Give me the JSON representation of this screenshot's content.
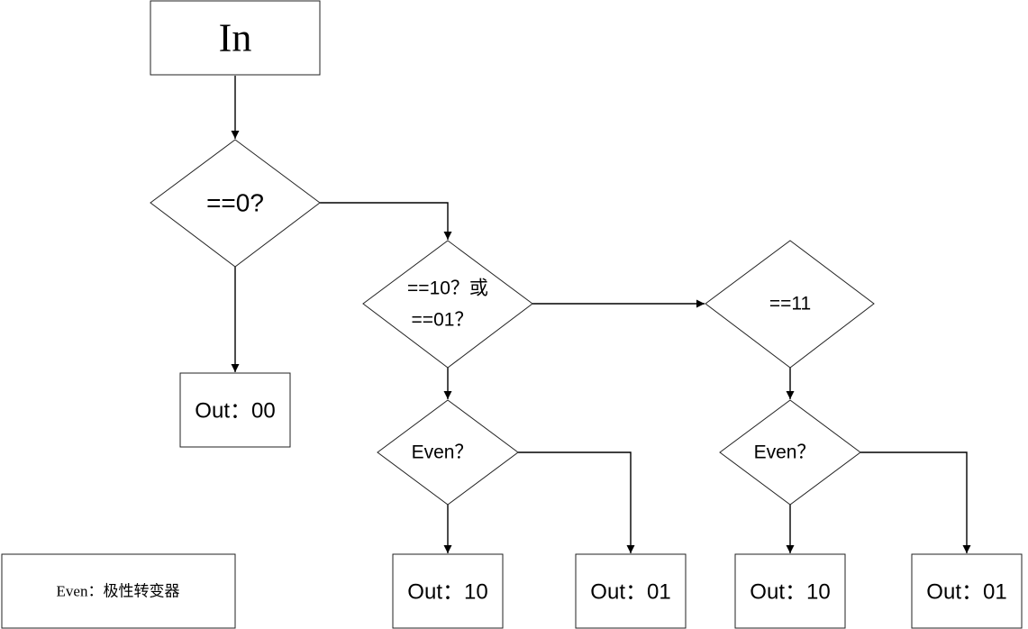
{
  "nodes": {
    "in": "In",
    "check_zero": "==0?",
    "check_10_01_line1": "==10？或",
    "check_10_01_line2": "==01？",
    "check_11": "==11",
    "even_left": "Even？",
    "even_right": "Even？",
    "out_00": "Out：00",
    "out_10_left": "Out：10",
    "out_01_left": "Out：01",
    "out_10_right": "Out：10",
    "out_01_right": "Out：01"
  },
  "legend": {
    "text": "Even：极性转变器"
  },
  "colors": {
    "stroke": "#222222",
    "fill": "#ffffff",
    "edge": "#000000"
  }
}
